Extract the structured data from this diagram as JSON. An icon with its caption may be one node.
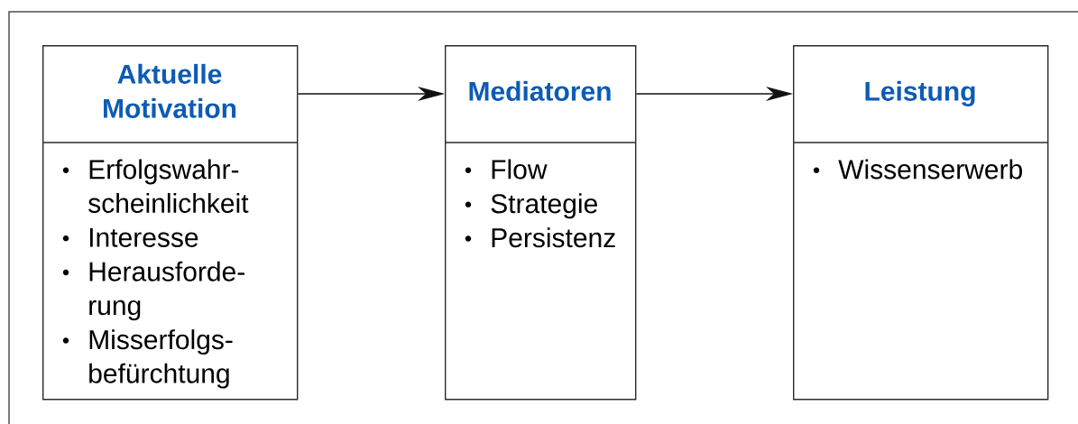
{
  "diagram": {
    "nodes": [
      {
        "text": [
          "Aktuelle Motivation",
          "Erfolgswahr- scheinlichkeit",
          "Interesse",
          "Herausforde- rung",
          "Misserfolgs- befürchtung"
        ]
      },
      {
        "text": [
          "Mediatoren",
          "Flow",
          "Strategie",
          "Persistenz"
        ]
      },
      {
        "text": [
          "Leistung",
          "Wissenserwerb"
        ]
      }
    ],
    "edges": [
      {
        "from": 0,
        "to": 1,
        "arrow": "to"
      },
      {
        "from": 1,
        "to": 2,
        "arrow": "to"
      }
    ]
  }
}
